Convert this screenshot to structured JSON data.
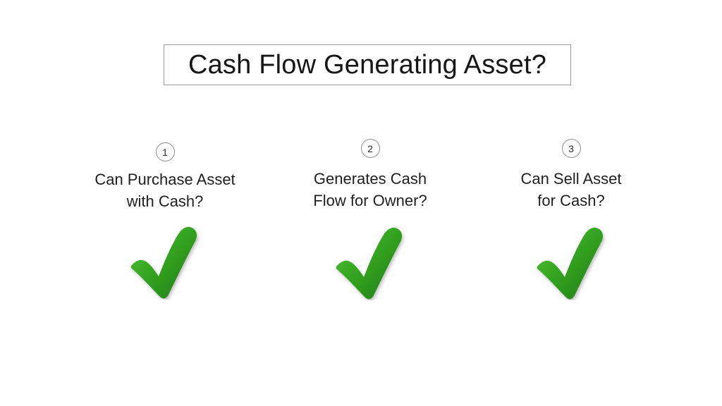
{
  "slide": {
    "background_color": "#ffffff",
    "title": "Cash Flow Generating Asset?",
    "title_border_color": "#9a9a9a",
    "text_color": "#1a1a1a"
  },
  "steps": [
    {
      "number": "1",
      "label": "Can Purchase Asset\nwith Cash?",
      "answer_icon": "green-check-icon",
      "answer": "yes"
    },
    {
      "number": "2",
      "label": "Generates Cash\nFlow for Owner?",
      "answer_icon": "green-check-icon",
      "answer": "yes"
    },
    {
      "number": "3",
      "label": "Can Sell Asset\nfor Cash?",
      "answer_icon": "green-check-icon",
      "answer": "yes"
    }
  ],
  "colors": {
    "check_light": "#5cc43a",
    "check_mid": "#35a521",
    "check_dark": "#1e7a14",
    "circle_border": "#8c8c8c"
  }
}
